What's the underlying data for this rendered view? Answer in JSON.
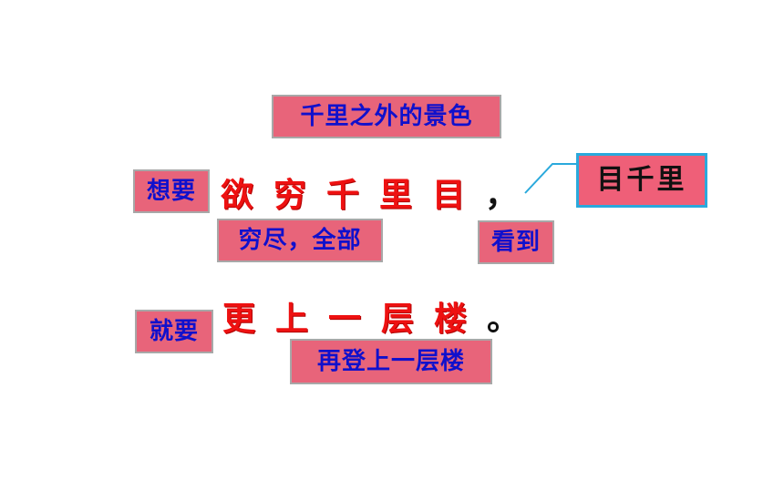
{
  "annotations": {
    "meaning_top": "千里之外的景色",
    "want": "想要",
    "exhaust": "穷尽，全部",
    "see": "看到",
    "then": "就要",
    "climb": "再登上一层楼",
    "callout": "目千里"
  },
  "poem": {
    "line1": "欲穷千里目",
    "line1_punct": "，",
    "line2": "更上一层楼",
    "line2_punct": "。"
  },
  "colors": {
    "label_bg": "#e8647a",
    "label_text": "#1010cc",
    "poem_text": "#ee1111",
    "callout_border": "#2aa9dc"
  }
}
